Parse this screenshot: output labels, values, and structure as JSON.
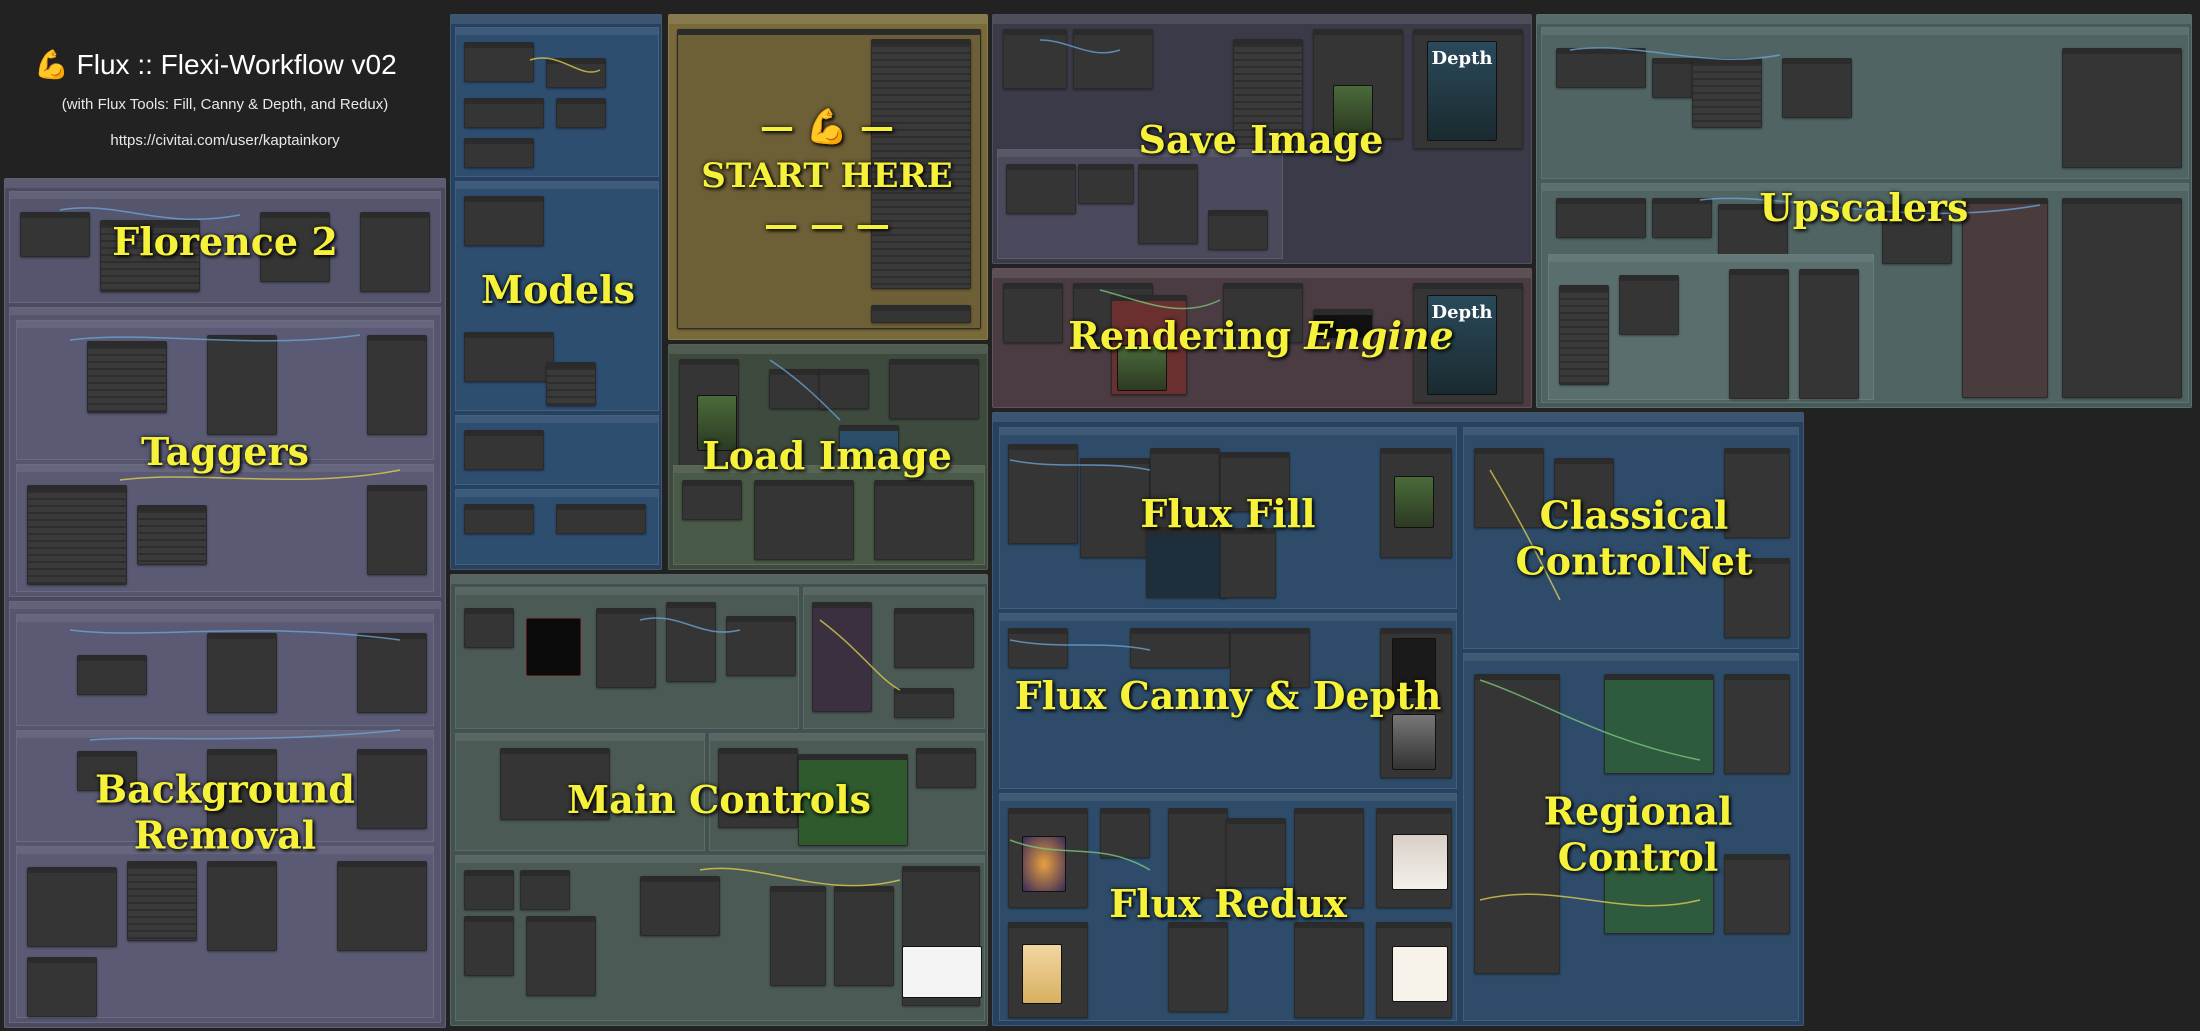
{
  "header": {
    "emoji": "💪",
    "title": "Flux :: Flexi-Workflow v02",
    "subtitle": "(with Flux Tools: Fill, Canny & Depth, and Redux)",
    "url": "https://civitai.com/user/kaptainkory"
  },
  "groups": {
    "florence": {
      "label": "Florence 2",
      "color": "#55556e"
    },
    "taggers": {
      "label": "Taggers",
      "color": "#55556e"
    },
    "background": {
      "label_line1": "Background",
      "label_line2": "Removal",
      "color": "#55556e"
    },
    "models": {
      "label": "Models",
      "color": "#2b4a66"
    },
    "start": {
      "label_top": "— 💪 —",
      "label": "START HERE",
      "label_bottom": "— — —",
      "color": "#7a6a3a"
    },
    "load_image": {
      "label": "Load Image",
      "color": "#3e4a3e"
    },
    "main_controls": {
      "label": "Main Controls",
      "color": "#4c5a56"
    },
    "save_image": {
      "label": "Save Image",
      "color": "#3a3a48"
    },
    "rendering": {
      "label_main": "Rendering",
      "label_em": "Engine",
      "color": "#4a3c42"
    },
    "upscalers": {
      "label": "Upscalers",
      "color": "#506464"
    },
    "flux_fill": {
      "label": "Flux Fill",
      "color": "#2e4c6a"
    },
    "flux_canny": {
      "label": "Flux Canny & Depth",
      "color": "#2e4c6a"
    },
    "flux_redux": {
      "label": "Flux Redux",
      "color": "#2e4c6a"
    },
    "classical_controlnet": {
      "label_line1": "Classical",
      "label_line2": "ControlNet",
      "color": "#2e4c6a"
    },
    "regional_control": {
      "label_line1": "Regional",
      "label_line2": "Control",
      "color": "#2e4c6a"
    }
  },
  "thumbnails": {
    "depth_poster_text": "Depth"
  },
  "colors": {
    "canvas": "#222222",
    "label": "#f6f23a",
    "wire_blue": "#6fa8dc",
    "wire_yellow": "#e8d44d",
    "wire_green": "#7ccf7c"
  }
}
